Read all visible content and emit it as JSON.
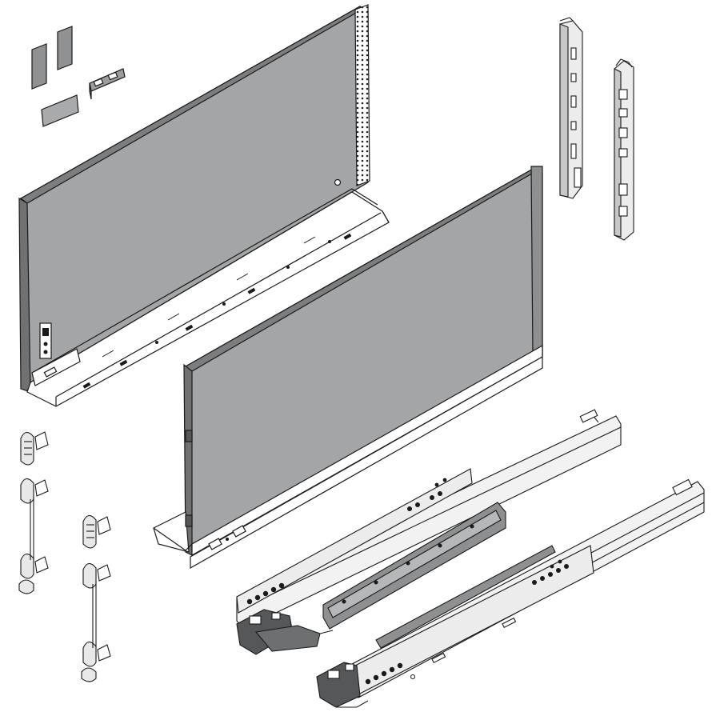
{
  "diagram": {
    "type": "exploded-view line drawing",
    "text_labels": [],
    "colors": {
      "panel_fill": "#a3a5a6",
      "panel_edge": "#6e7072",
      "line": "#1a1a1a",
      "paper": "#ffffff",
      "part_fill_light": "#ececec",
      "part_fill_dark": "#555759"
    },
    "parts": [
      "cover-cap-left",
      "cover-cap-right",
      "cover-cap-flat",
      "cover-cap-clip",
      "drawer-side-panel-left",
      "drawer-side-panel-right",
      "front-fixing-bracket-1",
      "front-fixing-bracket-2",
      "rear-fixing-connector-short-1",
      "rear-fixing-connector-long-1",
      "rear-fixing-connector-short-2",
      "rear-fixing-connector-long-2",
      "runner-left",
      "runner-right"
    ]
  }
}
